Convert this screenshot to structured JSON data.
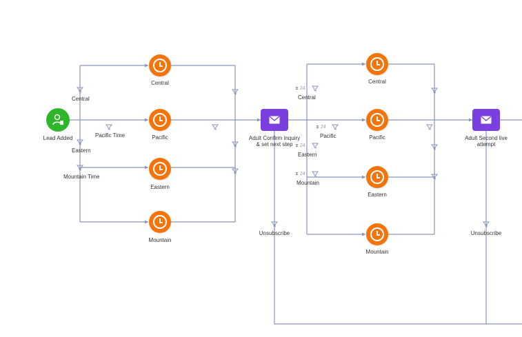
{
  "diagram": {
    "start_node": {
      "label": "Lead Added",
      "icon": "person-icon"
    },
    "timers_left": [
      {
        "label": "Central"
      },
      {
        "label": "Pacific"
      },
      {
        "label": "Eastern"
      },
      {
        "label": "Mountain"
      }
    ],
    "timers_right": [
      {
        "label": "Central"
      },
      {
        "label": "Pacific"
      },
      {
        "label": "Eastern"
      },
      {
        "label": "Mountain"
      }
    ],
    "email_nodes": [
      {
        "label_line1": "Adult Confirm inquiry",
        "label_line2": "& set next step"
      },
      {
        "label_line1": "Adult Second live",
        "label_line2": "attempt"
      }
    ],
    "branch_labels_left": {
      "central": "Central",
      "pacific_time": "Pacific Time",
      "eastern": "Eastern",
      "mountain_time": "Mountain Time"
    },
    "branch_labels_right": {
      "central": "Central",
      "pacific": "Pacific",
      "eastern": "Eastern",
      "mountain": "Mountain",
      "wait": "24"
    },
    "unsubscribe_labels": [
      "Unsubscribe",
      "Unsubscribe"
    ],
    "colors": {
      "wire": "#8a93b8",
      "timer": "#f5740a",
      "email": "#7b3fe0",
      "start": "#2fb52a"
    }
  }
}
